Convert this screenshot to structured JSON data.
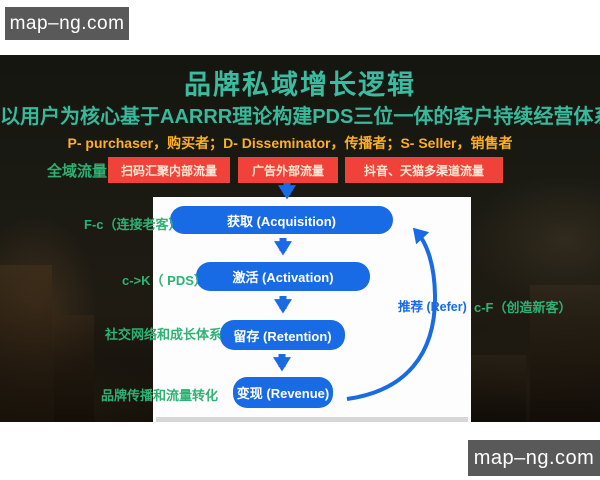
{
  "watermarks": {
    "top_left": "map–ng.com",
    "bottom_right": "map–ng.com"
  },
  "slide": {
    "title": "品牌私域增长逻辑",
    "subtitle": "以用户为核心基于AARRR理论构建PDS三位一体的客户持续经营体系",
    "roles_line": "P- purchaser，购买者；D- Disseminator，传播者；S- Seller，销售者",
    "traffic_label": "全域流量",
    "traffic_sources": [
      "扫码汇聚内部流量",
      "广告外部流量",
      "抖音、天猫多渠道流量"
    ],
    "funnel_stages": [
      "获取 (Acquisition)",
      "激活 (Activation)",
      "留存 (Retention)",
      "变现 (Revenue)"
    ],
    "left_labels": [
      "F-c（连接老客）",
      "c->K（ PDS）",
      "社交网络和成长体系",
      "品牌传播和流量转化"
    ],
    "refer_label": "推荐 (Refer)",
    "new_customer_label": "c-F（创造新客）"
  },
  "colors": {
    "title_teal": "#3bbca0",
    "label_green": "#2fb173",
    "roles_orange": "#ffaf24",
    "traffic_red": "#f04238",
    "flow_blue": "#186ae5",
    "watermark_gray": "#595959",
    "panel_white": "#fdfdfd"
  }
}
